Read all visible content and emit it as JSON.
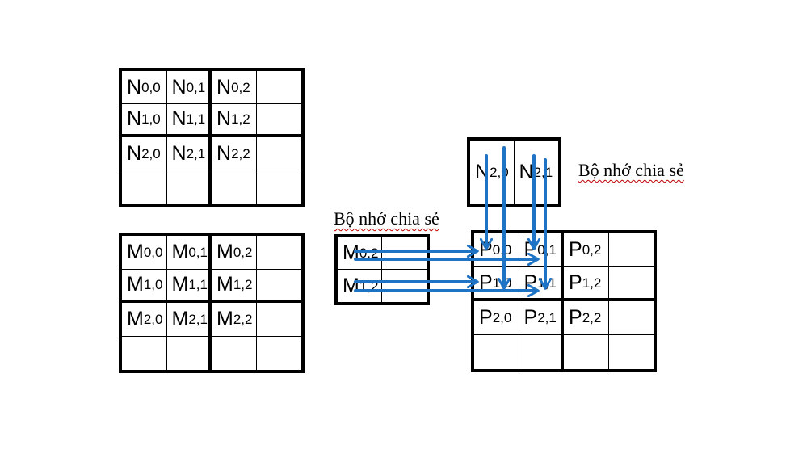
{
  "matrices": {
    "N": [
      [
        "N|0,0",
        "N|0,1",
        "N|0,2",
        ""
      ],
      [
        "N|1,0",
        "N|1,1",
        "N|1,2",
        ""
      ],
      [
        "N|2,0",
        "N|2,1",
        "N|2,2",
        ""
      ],
      [
        "",
        "",
        "",
        ""
      ]
    ],
    "M": [
      [
        "M|0,0",
        "M|0,1",
        "M|0,2",
        ""
      ],
      [
        "M|1,0",
        "M|1,1",
        "M|1,2",
        ""
      ],
      [
        "M|2,0",
        "M|2,1",
        "M|2,2",
        ""
      ],
      [
        "",
        "",
        "",
        ""
      ]
    ],
    "P": [
      [
        "P|0,0",
        "P|0,1",
        "P|0,2",
        ""
      ],
      [
        "P|1,0",
        "P|1,1",
        "P|1,2",
        ""
      ],
      [
        "P|2,0",
        "P|2,1",
        "P|2,2",
        ""
      ],
      [
        "",
        "",
        "",
        ""
      ]
    ]
  },
  "shared": {
    "N": [
      [
        "N|2,0",
        "N|2,1"
      ]
    ],
    "M": [
      [
        "M|0,2",
        ""
      ],
      [
        "M|1,2",
        ""
      ]
    ]
  },
  "captions": {
    "shared_n": "Bộ nhớ chia sẻ",
    "shared_m": "Bộ nhớ chia sẻ"
  },
  "colors": {
    "arrow": "#1f73c4"
  }
}
